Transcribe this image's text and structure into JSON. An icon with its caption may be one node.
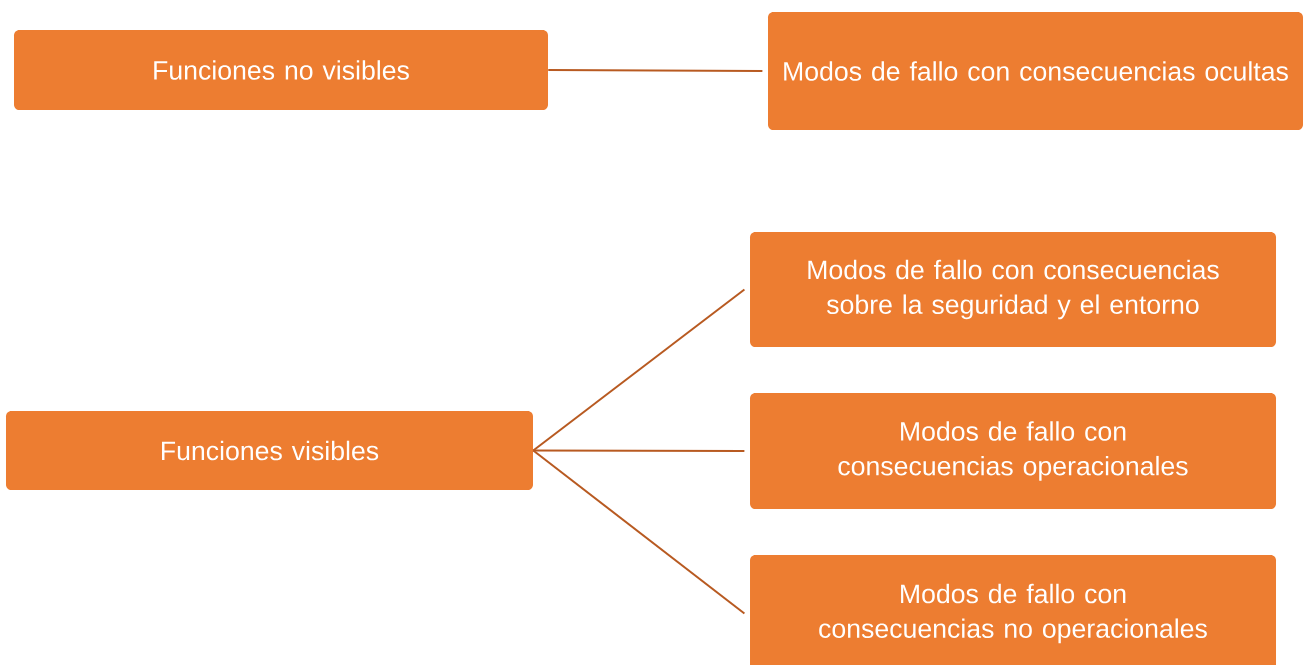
{
  "diagram": {
    "nodes": [
      {
        "text": [
          "Funciones no visibles"
        ]
      },
      {
        "text": [
          "Modos de fallo con consecuencias ocultas"
        ]
      },
      {
        "text": [
          "Funciones visibles"
        ]
      },
      {
        "text": [
          "Modos de fallo con consecuencias sobre la seguridad y el entorno"
        ]
      },
      {
        "text": [
          "Modos de fallo con consecuencias operacionales"
        ]
      },
      {
        "text": [
          "Modos de fallo con consecuencias no operacionales"
        ]
      }
    ],
    "edges": [
      {
        "from": 0,
        "to": 1,
        "arrow": "none"
      },
      {
        "from": 2,
        "to": 3,
        "arrow": "none"
      },
      {
        "from": 2,
        "to": 4,
        "arrow": "none"
      },
      {
        "from": 2,
        "to": 5,
        "arrow": "none"
      }
    ]
  }
}
